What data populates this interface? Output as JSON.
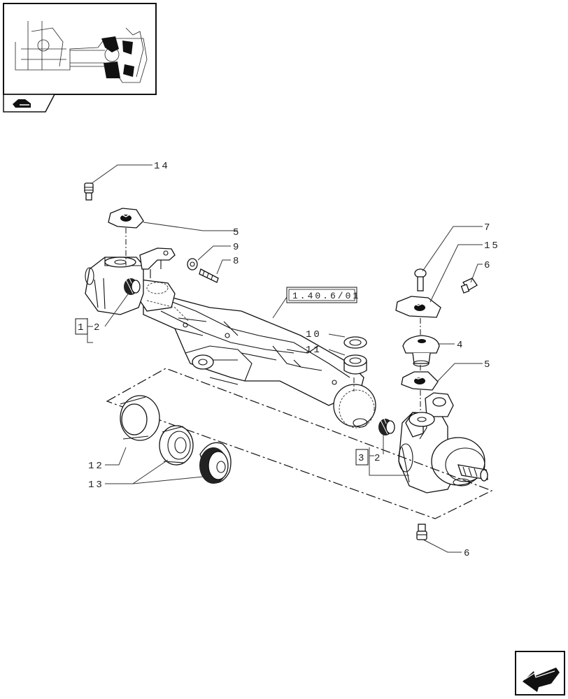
{
  "labels": {
    "l14": "14",
    "l5a": "5",
    "l9": "9",
    "l8": "8",
    "l7": "7",
    "l15": "15",
    "l6a": "6",
    "l4": "4",
    "l5b": "5",
    "l10": "10",
    "l11": "11",
    "l12": "12",
    "l13": "13",
    "l6b": "6",
    "l2a": "2",
    "l2b": "2"
  },
  "boxes": {
    "b1": "1",
    "b3": "3",
    "ref": "1.40.6/01"
  }
}
